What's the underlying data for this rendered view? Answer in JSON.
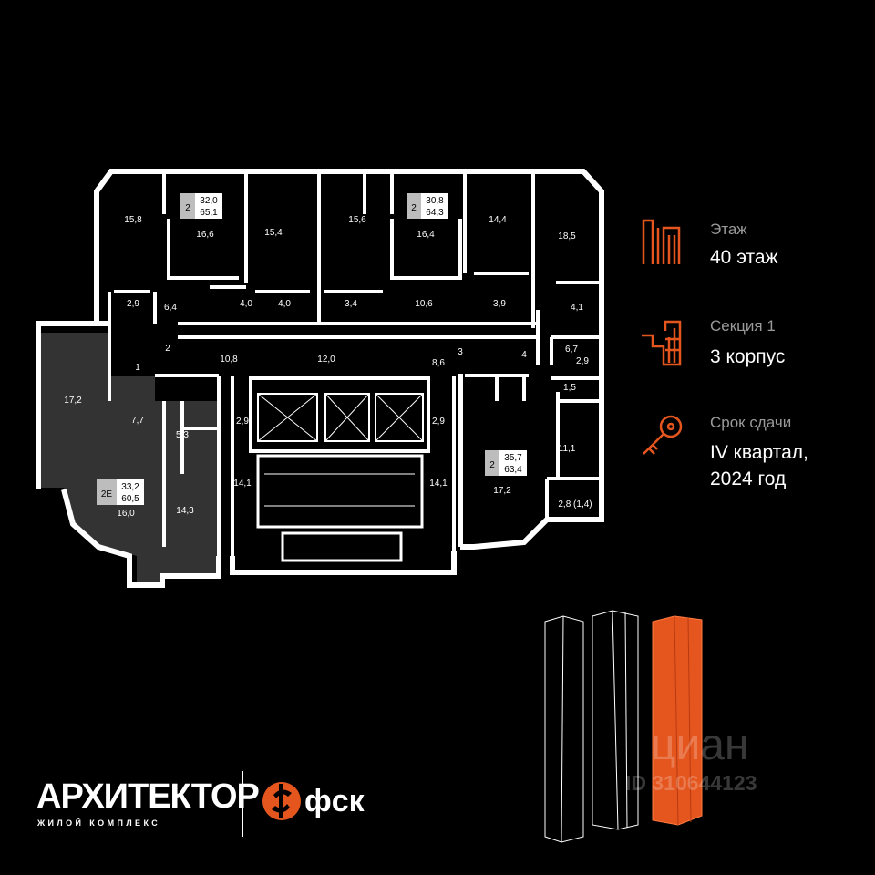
{
  "floor_info": {
    "floor_label": "Этаж",
    "floor_value": "40 этаж",
    "section_label": "Секция 1",
    "section_value": "3 корпус",
    "deadline_label": "Срок сдачи",
    "deadline_value_line1": "IV квартал,",
    "deadline_value_line2": "2024 год"
  },
  "apartments": [
    {
      "rooms": "2",
      "living": "32,0",
      "total": "65,1"
    },
    {
      "rooms": "2",
      "living": "30,8",
      "total": "64,3"
    },
    {
      "rooms": "2",
      "living": "35,7",
      "total": "63,4"
    },
    {
      "rooms": "2Е",
      "living": "33,2",
      "total": "60,5"
    }
  ],
  "room_areas": {
    "a": "15,8",
    "b": "16,6",
    "c": "15,4",
    "d": "15,6",
    "e": "16,4",
    "f": "14,4",
    "g": "18,5",
    "h": "2,9",
    "i": "6,4",
    "j": "4,0",
    "k": "4,0",
    "l": "3,4",
    "m": "10,6",
    "n": "3,9",
    "o": "4,1",
    "p": "2",
    "q": "10,8",
    "r": "12,0",
    "s": "8,6",
    "t": "3",
    "u": "4",
    "v": "6,7",
    "w": "1",
    "x": "2,9",
    "y": "2,9",
    "z": "2,9",
    "aa": "1,5",
    "ab": "17,2",
    "ac": "7,7",
    "ad": "5,3",
    "ae": "14,1",
    "af": "14,1",
    "ag": "11,1",
    "ah": "16,0",
    "ai": "14,3",
    "aj": "17,2",
    "ak": "2,8 (1,4)"
  },
  "logos": {
    "project_name": "АРХИТЕКТОР",
    "project_subtitle": "ЖИЛОЙ КОМПЛЕКС",
    "developer": "фск"
  },
  "watermark": {
    "brand": "циан",
    "id_text": "ID 310644123"
  },
  "colors": {
    "background": "#000000",
    "accent": "#e5561f",
    "selected_apartment": "#333333",
    "walls": "#ffffff",
    "label_box": "#bdbdbd"
  },
  "icons": [
    "floor-icon",
    "section-icon",
    "key-icon",
    "building-thumbnail",
    "fsk-logo-icon"
  ]
}
